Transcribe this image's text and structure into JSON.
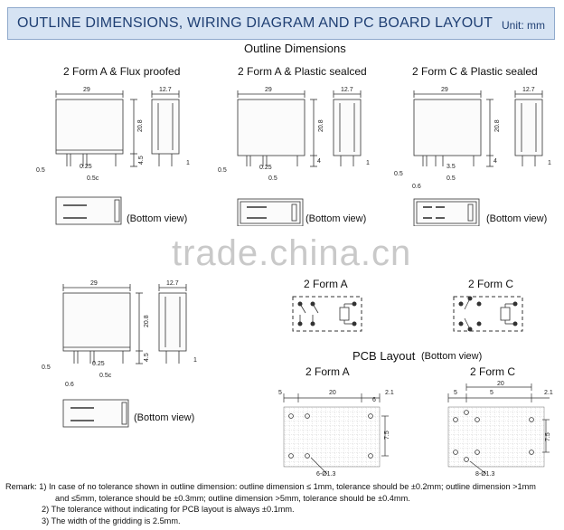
{
  "header": {
    "title": "OUTLINE DIMENSIONS, WIRING DIAGRAM AND PC BOARD LAYOUT",
    "unit": "Unit: mm"
  },
  "outline_title": "Outline Dimensions",
  "variants": [
    {
      "caption": "2 Form A & Flux proofed",
      "width": "29",
      "depth": "12.7",
      "height": "20.8",
      "h2": "4.5",
      "d1": "0.5",
      "d2": "0.25",
      "d3": "0.5c",
      "pin": "1",
      "bottom_view": "(Bottom view)"
    },
    {
      "caption": "2 Form A & Plastic sealced",
      "width": "29",
      "depth": "12.7",
      "height": "20.8",
      "h2": "4",
      "d1": "0.5",
      "d2": "0.25",
      "d3": "0.5",
      "pin": "1",
      "bottom_view": "(Bottom view)"
    },
    {
      "caption": "2 Form C & Plastic sealed",
      "width": "29",
      "depth": "12.7",
      "height": "20.8",
      "h2": "4",
      "d1": "0.5",
      "d2": "3.5",
      "d3": "0.5",
      "d4": "0.6",
      "pin": "1",
      "bottom_view": "(Bottom view)"
    },
    {
      "caption": "",
      "width": "29",
      "depth": "12.7",
      "height": "20.8",
      "h2": "4.5",
      "d1": "0.5",
      "d2": "0.25",
      "d3": "0.5c",
      "d4": "0.6",
      "pin": "1",
      "bottom_view": "(Bottom view)"
    }
  ],
  "tol_small": "±0.1",
  "wiring": {
    "form_a": "2 Form A",
    "form_c": "2 Form C"
  },
  "pcb": {
    "title": "PCB Layout",
    "subtitle": "(Bottom view)",
    "form_a": {
      "label": "2 Form A",
      "d5": "5",
      "d20": "20",
      "d6": "6",
      "d21": "2.1",
      "d75": "7.5",
      "holes": "6-Ø1.3"
    },
    "form_c": {
      "label": "2 Form C",
      "d20": "20",
      "d5a": "5",
      "d5b": "5",
      "d21": "2.1",
      "d75": "7.5",
      "holes": "8-Ø1.3"
    }
  },
  "watermark": "trade.china.cn",
  "remarks": {
    "label": "Remark:",
    "items": [
      "1)  In case of no tolerance shown in outline dimension: outline dimension ≤ 1mm, tolerance should be ±0.2mm; outline dimension >1mm",
      "and ≤5mm, tolerance should be ±0.3mm; outline dimension >5mm, tolerance should be ±0.4mm.",
      "2)  The tolerance without indicating for PCB layout  is always ±0.1mm.",
      "3)  The width of the gridding is 2.5mm."
    ]
  }
}
